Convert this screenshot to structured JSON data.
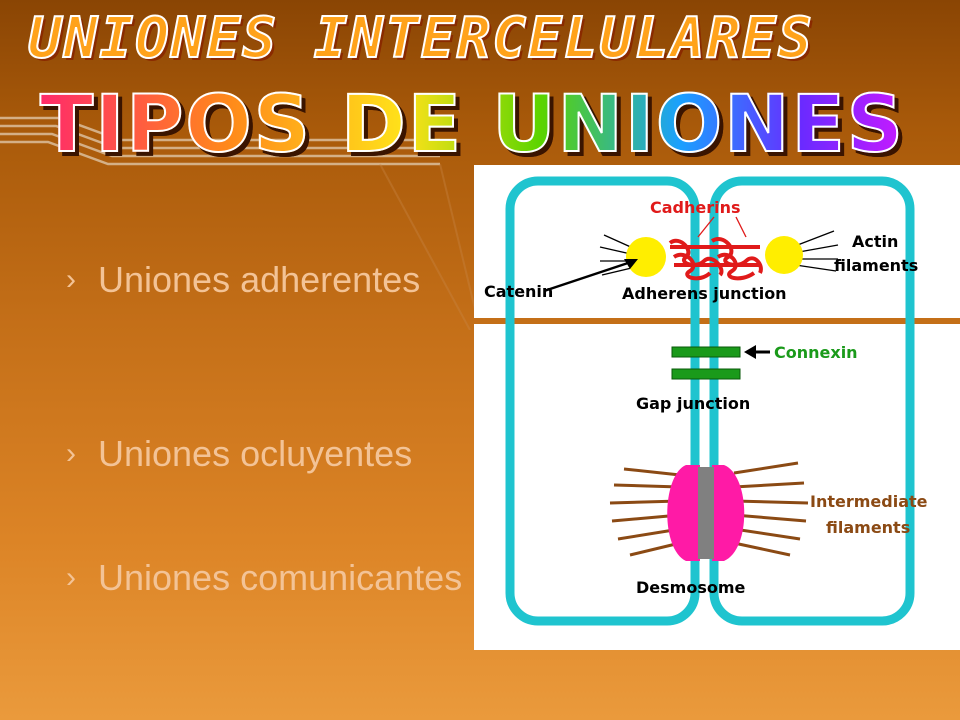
{
  "slide": {
    "title": "UNIONES   INTERCELULARES",
    "subtitle": "TIPOS DE UNIONES",
    "bullets": [
      {
        "icon": "chevron-right-icon",
        "text": "Uniones adherentes"
      },
      {
        "icon": "chevron-right-icon",
        "text": "Uniones ocluyentes"
      },
      {
        "icon": "chevron-right-icon",
        "text": "Uniones comunicantes"
      }
    ]
  },
  "diagram": {
    "labels": {
      "cadherins": "Cadherins",
      "actin_1": "Actin",
      "actin_2": "filaments",
      "catenin": "Catenin",
      "adherens": "Adherens junction",
      "connexin": "Connexin",
      "gap": "Gap junction",
      "intermediate_1": "Intermediate",
      "intermediate_2": "filaments",
      "desmosome": "Desmosome"
    },
    "colors": {
      "membrane": "#1fc4cf",
      "cadherin": "#e01a1a",
      "catenin": "#ffee00",
      "connexin": "#1a9a1a",
      "desmosome_plaque": "#ff1aa6",
      "desmosome_core": "#808080",
      "filament": "#8b4a14"
    }
  }
}
